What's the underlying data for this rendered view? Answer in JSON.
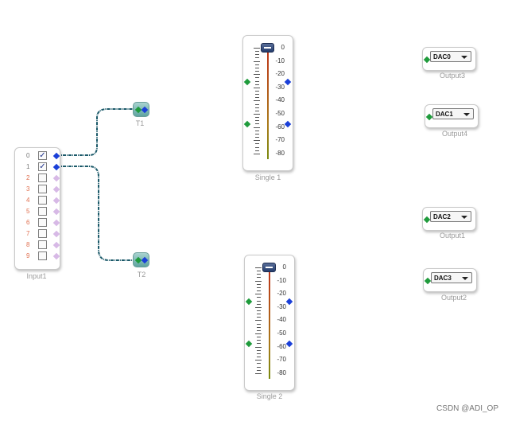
{
  "input": {
    "caption": "Input1",
    "channels": [
      "0",
      "1",
      "2",
      "3",
      "4",
      "5",
      "6",
      "7",
      "8",
      "9"
    ],
    "checked": [
      true,
      true,
      false,
      false,
      false,
      false,
      false,
      false,
      false,
      false
    ]
  },
  "taps": [
    {
      "caption": "T1"
    },
    {
      "caption": "T2"
    }
  ],
  "sliders": [
    {
      "caption": "Single 1",
      "ticks": [
        "0",
        "-10",
        "-20",
        "-30",
        "-40",
        "-50",
        "-60",
        "-70",
        "-80"
      ],
      "value": 0
    },
    {
      "caption": "Single 2",
      "ticks": [
        "0",
        "-10",
        "-20",
        "-30",
        "-40",
        "-50",
        "-60",
        "-70",
        "-80"
      ],
      "value": 0
    }
  ],
  "outputs": [
    {
      "dac": "DAC0",
      "caption": "Output3"
    },
    {
      "dac": "DAC1",
      "caption": "Output4"
    },
    {
      "dac": "DAC2",
      "caption": "Output1"
    },
    {
      "dac": "DAC3",
      "caption": "Output2"
    }
  ],
  "watermark": "CSDN @ADI_OP",
  "colors": {
    "pin_green": "#1f9b3c",
    "pin_blue": "#1a3fd8",
    "wire": "#1c5a6a"
  },
  "icons": {
    "checkbox_mark": "✓"
  }
}
